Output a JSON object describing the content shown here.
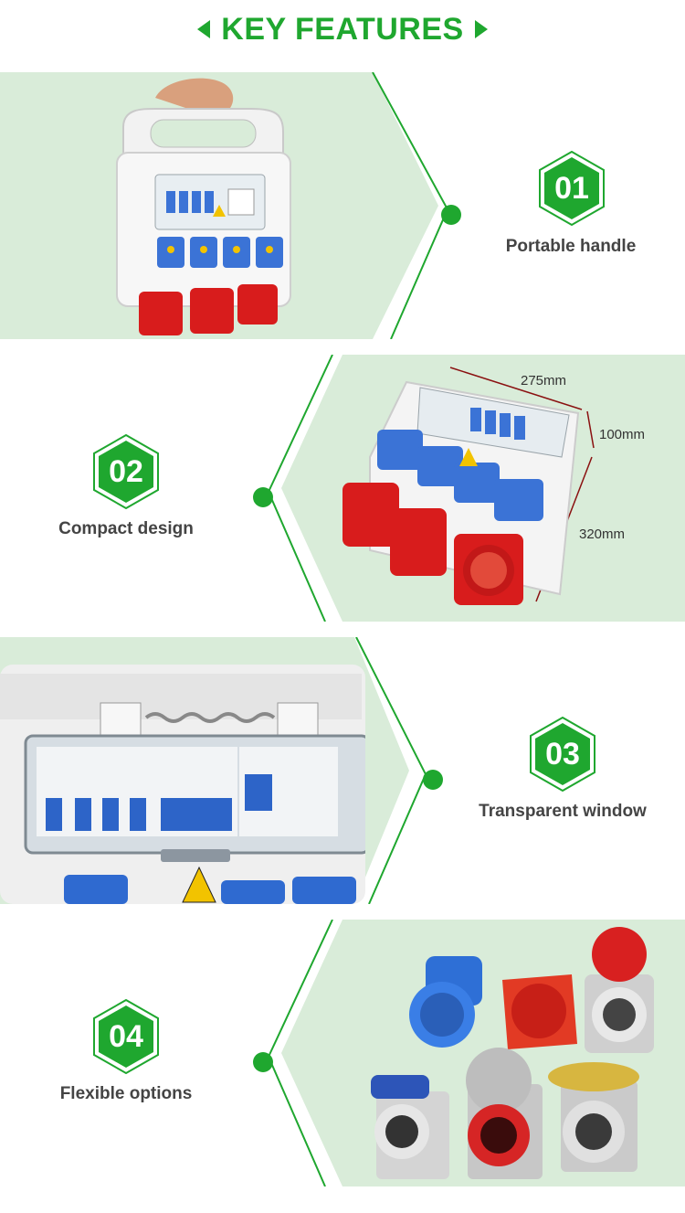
{
  "header": {
    "title": "KEY FEATURES"
  },
  "colors": {
    "accent": "#1fa72f",
    "panel": "#d9ecd9",
    "red": "#d81c1c",
    "blue": "#3b73d6"
  },
  "features": [
    {
      "number": "01",
      "label": "Portable handle"
    },
    {
      "number": "02",
      "label": "Compact design"
    },
    {
      "number": "03",
      "label": "Transparent window"
    },
    {
      "number": "04",
      "label": "Flexible options"
    }
  ],
  "dimensions": {
    "length": "275mm",
    "depth": "100mm",
    "height": "320mm"
  },
  "icons": [
    "arrow-left-icon",
    "arrow-right-icon",
    "hex-badge-icon",
    "warning-icon",
    "socket-icon"
  ]
}
